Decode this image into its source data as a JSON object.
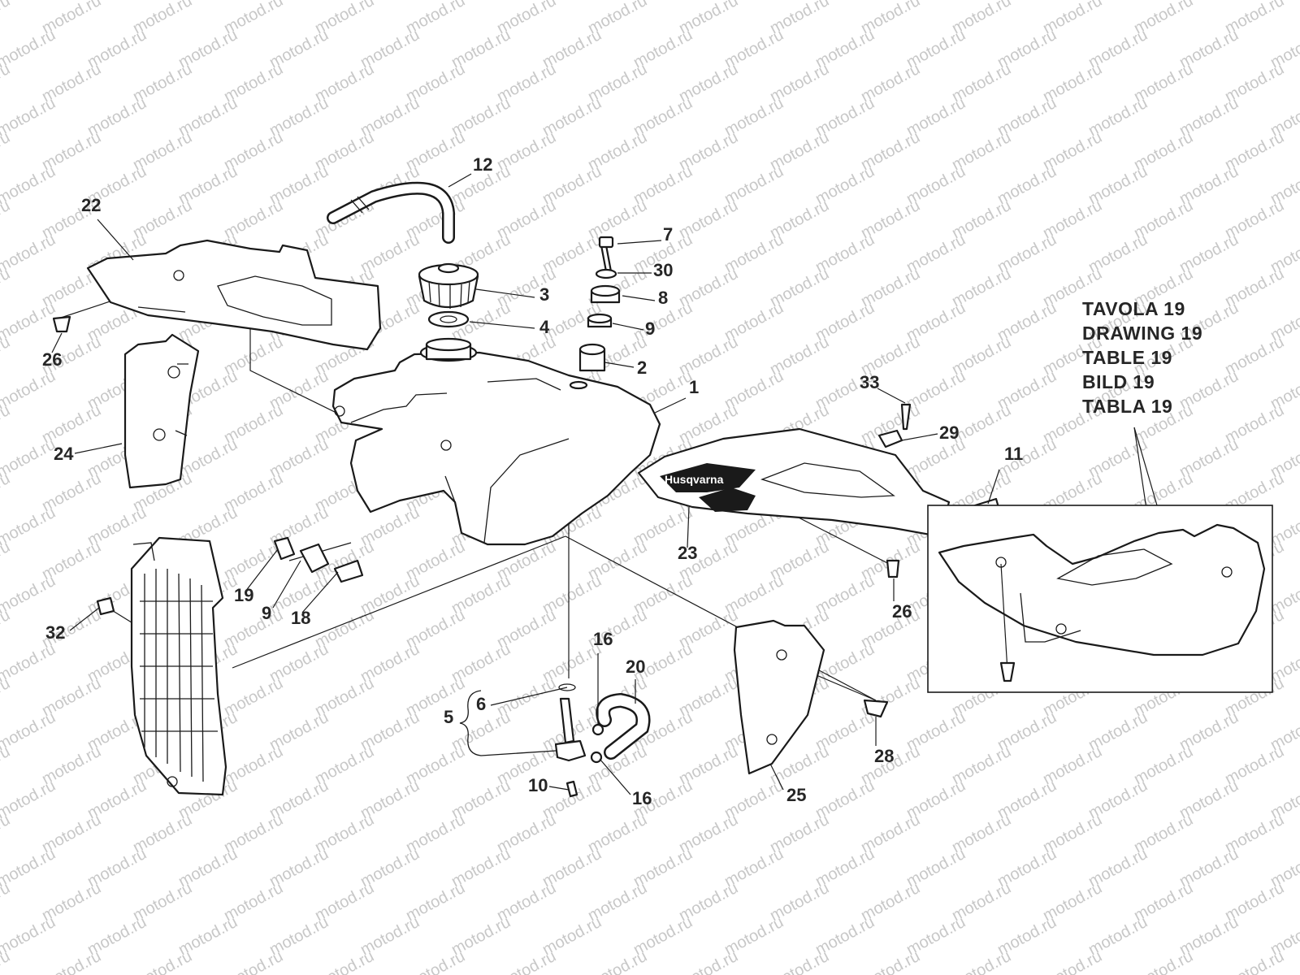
{
  "watermark": "motod.ru",
  "reference_lines": [
    "TAVOLA 19",
    "DRAWING 19",
    "TABLE 19",
    "BILD 19",
    "TABLA 19"
  ],
  "decal_text": "Husqvarna",
  "callouts": [
    "1",
    "2",
    "3",
    "4",
    "5",
    "6",
    "7",
    "8",
    "9",
    "9",
    "10",
    "11",
    "12",
    "16",
    "16",
    "18",
    "19",
    "20",
    "22",
    "23",
    "24",
    "25",
    "26",
    "26",
    "28",
    "29",
    "30",
    "32",
    "33"
  ],
  "colors": {
    "line": "#1a1a1a",
    "label": "#262626",
    "watermark": "#c8c8c8"
  }
}
